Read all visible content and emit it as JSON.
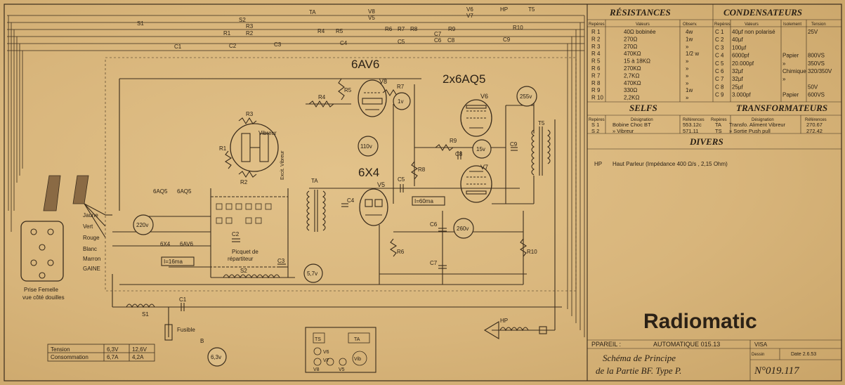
{
  "bus": {
    "top_labels": [
      "S1",
      "S2",
      "TA",
      "V8",
      "V5",
      "V6",
      "V7",
      "HP",
      "T5"
    ],
    "row2": [
      "R1",
      "R2",
      "R3",
      "R4",
      "R5",
      "R6",
      "R7",
      "R8",
      "R9",
      "R10"
    ],
    "row3": [
      "C1",
      "C2",
      "C3",
      "C4",
      "C5",
      "C6",
      "C7",
      "C8",
      "C9"
    ]
  },
  "tubes": {
    "v8_type": "6AV6",
    "v8": "V8",
    "v6v7_type": "2x6AQ5",
    "v6": "V6",
    "v7": "V7",
    "v5_type": "6X4",
    "v5": "V5"
  },
  "parts": {
    "R1": "R1",
    "R2": "R2",
    "R3": "R3",
    "R4": "R4",
    "R5": "R5",
    "R6": "R6",
    "R7": "R7",
    "R8": "R8",
    "R9": "R9",
    "R10": "R10",
    "C1": "C1",
    "C2": "C2",
    "C3": "C3",
    "C4": "C4",
    "C5": "C5",
    "C6": "C6",
    "C7": "C7",
    "C8": "C8",
    "C9": "C9",
    "S1": "S1",
    "S2": "S2",
    "TA": "TA",
    "T5": "T5",
    "HP": "HP"
  },
  "voltages": {
    "v255": "255v",
    "v1": "1v",
    "v110": "110v",
    "v15": "15v",
    "v260": "260v",
    "v220": "220v",
    "v57": "5,7v",
    "v63": "6,3v"
  },
  "currents": {
    "i60": "I=60ma",
    "i16": "I=16ma"
  },
  "vibrator": {
    "label": "Vibreur",
    "excit": "Excit. Vibreur"
  },
  "socket_labels": {
    "aq5a": "6AQ5",
    "aq5b": "6AQ5",
    "x4": "6X4",
    "av6": "6AV6"
  },
  "vib_plug": {
    "a": "Picquet de",
    "b": "répartiteur"
  },
  "wires": [
    "Jaune",
    "Vert",
    "Rouge",
    "Blanc",
    "Marron",
    "GAINE"
  ],
  "prise": {
    "a": "Prise Femelle",
    "b": "vue côté douilles"
  },
  "fuse": "Fusible",
  "batt_b": "B",
  "consumption": {
    "rows": [
      {
        "label": "Tension",
        "v1": "6,3V",
        "v2": "12,6V"
      },
      {
        "label": "Consommation",
        "v1": "6,7A",
        "v2": "4,2A"
      }
    ]
  },
  "layout_legend": {
    "ts": "TS",
    "ta": "TA",
    "v6": "V6",
    "v7": "V7",
    "v8": "V8",
    "v5": "V5",
    "vib": "Vib"
  },
  "resistances": {
    "title": "RÉSISTANCES",
    "headers": [
      "Repères",
      "Valeurs",
      "Observ."
    ],
    "rows": [
      [
        "R 1",
        "40Ω bobinée",
        "4w"
      ],
      [
        "R 2",
        "270Ω",
        "1w"
      ],
      [
        "R 3",
        "270Ω",
        "»"
      ],
      [
        "R 4",
        "470KΩ",
        "1/2 w"
      ],
      [
        "R 5",
        "15 à 18KΩ",
        "»"
      ],
      [
        "R 6",
        "270KΩ",
        "»"
      ],
      [
        "R 7",
        "2,7KΩ",
        "»"
      ],
      [
        "R 8",
        "470KΩ",
        "»"
      ],
      [
        "R 9",
        "330Ω",
        "1w"
      ],
      [
        "R 10",
        "2,2KΩ",
        "»"
      ]
    ]
  },
  "condensateurs": {
    "title": "CONDENSATEURS",
    "headers": [
      "Repères",
      "Valeurs",
      "Isolement",
      "Tension"
    ],
    "rows": [
      [
        "C 1",
        "40µf non polarisé",
        "",
        "25V"
      ],
      [
        "C 2",
        "40µf",
        "",
        ""
      ],
      [
        "C 3",
        "100µf",
        "",
        ""
      ],
      [
        "C 4",
        "6000pf",
        "Papier",
        "800VS"
      ],
      [
        "C 5",
        "20.000pf",
        "»",
        "350VS"
      ],
      [
        "C 6",
        "32µf",
        "Chimique",
        "320/350V"
      ],
      [
        "C 7",
        "32µf",
        "»",
        ""
      ],
      [
        "C 8",
        "25µf",
        "",
        "50V"
      ],
      [
        "C 9",
        "3.000pf",
        "Papier",
        "600VS"
      ]
    ]
  },
  "selfs": {
    "title": "SELFS",
    "headers": [
      "Repères",
      "Désignation",
      "Références"
    ],
    "rows": [
      [
        "S 1",
        "Bobine Choc BT",
        "553.12c"
      ],
      [
        "S 2",
        "» Vibreur",
        "571.11"
      ]
    ]
  },
  "transformateurs": {
    "title": "TRANSFORMATEURS",
    "headers": [
      "Repères",
      "Désignation",
      "Références"
    ],
    "rows": [
      [
        "TA",
        "Transfo. Aliment Vibreur",
        "270.67"
      ],
      [
        "TS",
        "» Sortie Push pull",
        "272.42"
      ]
    ]
  },
  "divers": {
    "title": "DIVERS",
    "ref": "HP",
    "text": "Haut Parleur (Impédance 400 Ω/s , 2,15 Ohm)"
  },
  "brand": "Radiomatic",
  "title_block": {
    "appareil_label": "PPAREIL :",
    "appareil": "AUTOMATIQUE 015.13",
    "visa": "VISA",
    "schema1": "Schéma de Principe",
    "schema2": "de la Partie BF. Type P.",
    "dessin": "Dessin",
    "date": "Date 2.6.53",
    "number": "N°019.117"
  }
}
